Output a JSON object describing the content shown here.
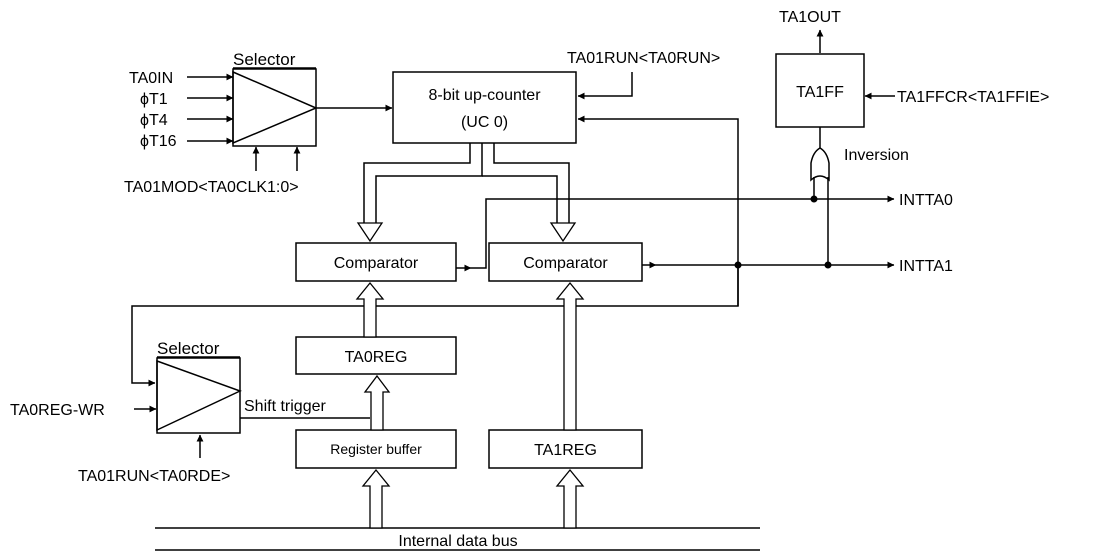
{
  "diagram": {
    "selector_top": {
      "title": "Selector",
      "inputs": [
        "TA0IN",
        "ϕT1",
        "ϕT4",
        "ϕT16"
      ]
    },
    "selector_top_control": "TA01MOD<TA0CLK1:0>",
    "counter": {
      "line1": "8-bit up-counter",
      "line2": "(UC 0)"
    },
    "counter_run": "TA01RUN<TA0RUN>",
    "ta1ff": "TA1FF",
    "ta1ffcr": "TA1FFCR<TA1FFIE>",
    "ta1out": "TA1OUT",
    "inversion": "Inversion",
    "comparator_0": "Comparator",
    "comparator_1": "Comparator",
    "intta0": "INTTA0",
    "intta1": "INTTA1",
    "ta0reg": "TA0REG",
    "ta1reg": "TA1REG",
    "register_buffer": "Register buffer",
    "selector_bottom": {
      "title": "Selector",
      "input": "TA0REG-WR",
      "output": "Shift trigger"
    },
    "selector_bottom_control": "TA01RUN<TA0RDE>",
    "data_bus": "Internal data bus"
  }
}
